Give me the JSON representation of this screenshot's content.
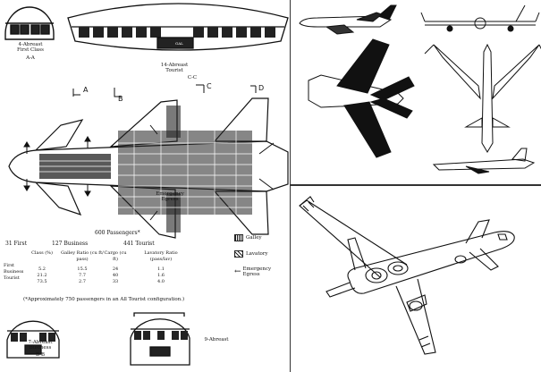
{
  "left": {
    "sections": [
      {
        "id": "A",
        "caption_line1": "4-Abreast",
        "caption_line2": "First Class",
        "code": "A-A"
      },
      {
        "id": "C",
        "caption_line1": "14-Abreast",
        "caption_line2": "Tourist",
        "code": "C-C"
      },
      {
        "id": "B",
        "caption_line1": "7-Abreast",
        "caption_line2": "Business",
        "code": "B-B"
      },
      {
        "id": "D",
        "caption_line1": "",
        "caption_line2": "9-Abreast",
        "code": ""
      }
    ],
    "markers": [
      "A",
      "B",
      "C",
      "D"
    ],
    "galley_label": "GAL",
    "exit_label": "Emergency Egress",
    "passenger_total": "600  Passengers*",
    "class_counts": [
      "31 First",
      "127 Business",
      "441 Tourist"
    ],
    "table": {
      "headers": [
        "Class (%)",
        "Galley Ratio (cu ft/ pass)",
        "Cargo (cu ft)",
        "Lavatory Ratio (pass/lav)"
      ],
      "row_labels": [
        "First",
        "Business",
        "Tourist"
      ],
      "columns": [
        [
          "5.2",
          "21.2",
          "73.5"
        ],
        [
          "15.5",
          "7.7",
          "2.7"
        ],
        [
          "24",
          "40",
          "33"
        ],
        [
          "1.1",
          "1.6",
          "4.0"
        ]
      ]
    },
    "footnote": "(*Approximately 750 passengers in an All Tourist configuration.)",
    "legend": [
      {
        "icon": "galley-icon",
        "label": "Galley"
      },
      {
        "icon": "lavatory-icon",
        "label": "Lavatory"
      },
      {
        "icon": "emergency-egress-arrow-icon",
        "label": "Emergency Egress"
      }
    ]
  }
}
